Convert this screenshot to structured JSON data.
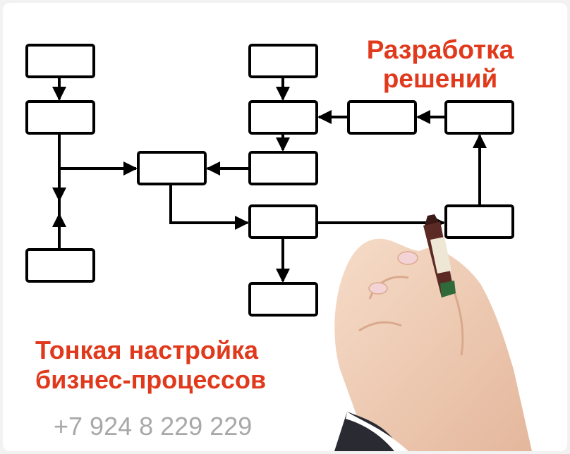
{
  "headline": "Разработка решений",
  "subtitle": {
    "line1": "Тонкая настройка",
    "line2": "бизнес-процессов"
  },
  "phone": "+7 924 8 229 229",
  "colors": {
    "accent": "#e0391c",
    "phone": "#a8a8a8",
    "diagram": "#000000",
    "background": "#ffffff"
  },
  "illustration": "hand-holding-marker"
}
